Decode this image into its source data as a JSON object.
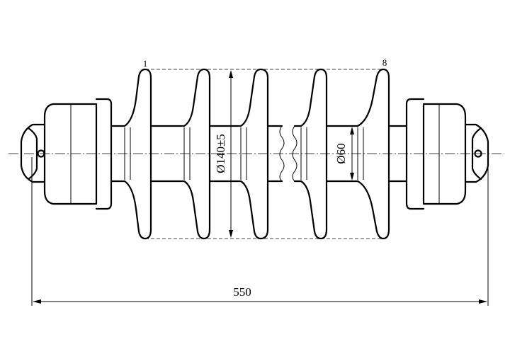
{
  "labels": {
    "shed_first": "1",
    "shed_last": "8",
    "shed_diameter": "Ø140±5",
    "core_diameter": "Ø60",
    "overall_length": "550"
  }
}
